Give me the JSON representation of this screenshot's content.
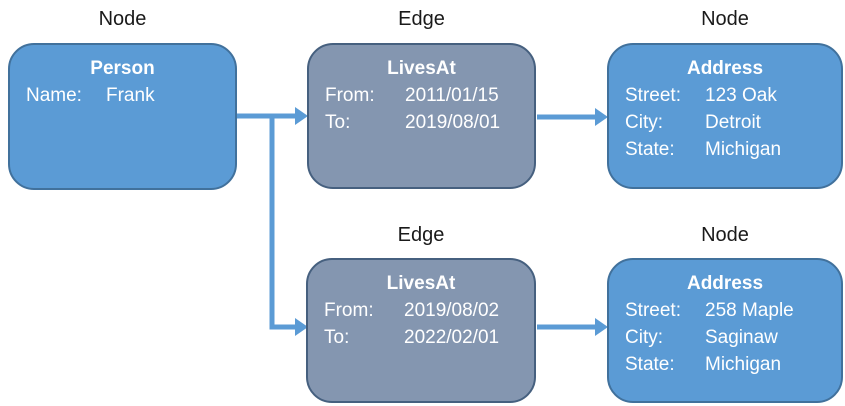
{
  "colors": {
    "node_fill": "#5B9BD5",
    "node_border": "#41719C",
    "edge_fill": "#8496B0",
    "edge_border": "#46607F",
    "arrow": "#5B9BD5",
    "box_text": "#FFFFFF",
    "label_text": "#1A1A1A"
  },
  "diagram": {
    "person": {
      "type_label": "Node",
      "title": "Person",
      "properties": [
        {
          "label": "Name:",
          "value": "Frank"
        }
      ]
    },
    "edge1": {
      "type_label": "Edge",
      "title": "LivesAt",
      "properties": [
        {
          "label": "From:",
          "value": "2011/01/15"
        },
        {
          "label": "To:",
          "value": "2019/08/01"
        }
      ]
    },
    "address1": {
      "type_label": "Node",
      "title": "Address",
      "properties": [
        {
          "label": "Street:",
          "value": "123 Oak"
        },
        {
          "label": "City:",
          "value": "Detroit"
        },
        {
          "label": "State:",
          "value": "Michigan"
        }
      ]
    },
    "edge2": {
      "type_label": "Edge",
      "title": "LivesAt",
      "properties": [
        {
          "label": "From:",
          "value": "2019/08/02"
        },
        {
          "label": "To:",
          "value": "2022/02/01"
        }
      ]
    },
    "address2": {
      "type_label": "Node",
      "title": "Address",
      "properties": [
        {
          "label": "Street:",
          "value": "258 Maple"
        },
        {
          "label": "City:",
          "value": "Saginaw"
        },
        {
          "label": "State:",
          "value": "Michigan"
        }
      ]
    }
  }
}
